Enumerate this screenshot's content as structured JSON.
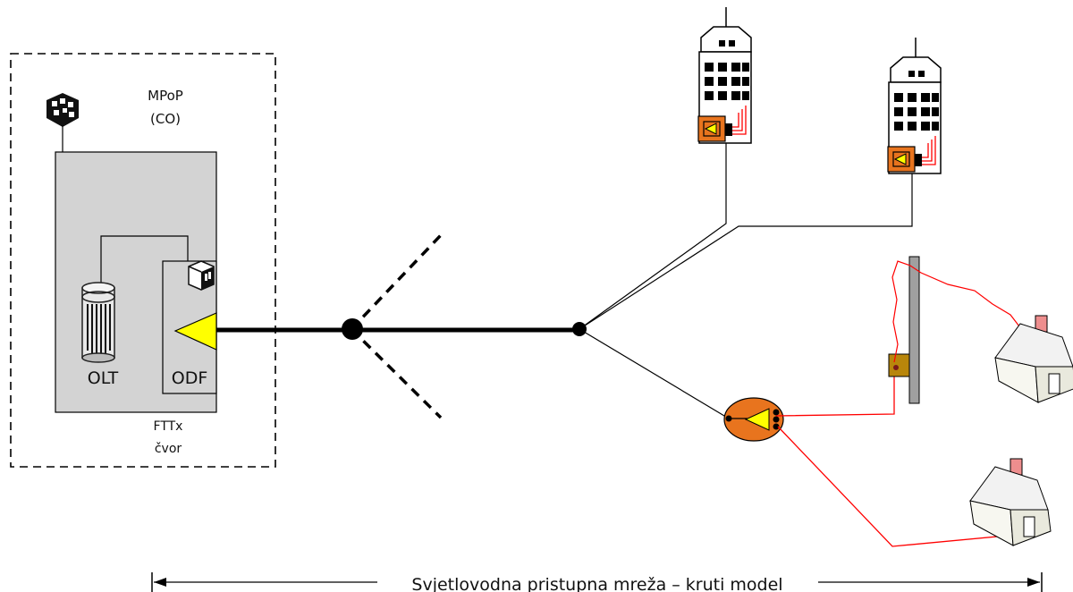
{
  "labels": {
    "mpop_line1": "MPoP",
    "mpop_line2": "(CO)",
    "olt": "OLT",
    "odf": "ODF",
    "fttx_line1": "FTTx",
    "fttx_line2": "čvor",
    "network_caption": "Svjetlovodna pristupna mreža – kruti model"
  },
  "colors": {
    "node_fill": "#d3d3d3",
    "splitter_yellow": "#ffff00",
    "orange": "#e8741e",
    "drop_red": "#ff0000",
    "cable": "#000000"
  },
  "icons": [
    "server-icon",
    "olt-chassis-icon",
    "odf-panel-icon",
    "splitter-icon",
    "building-icon",
    "house-icon",
    "pole-icon",
    "splice-closure-icon"
  ]
}
